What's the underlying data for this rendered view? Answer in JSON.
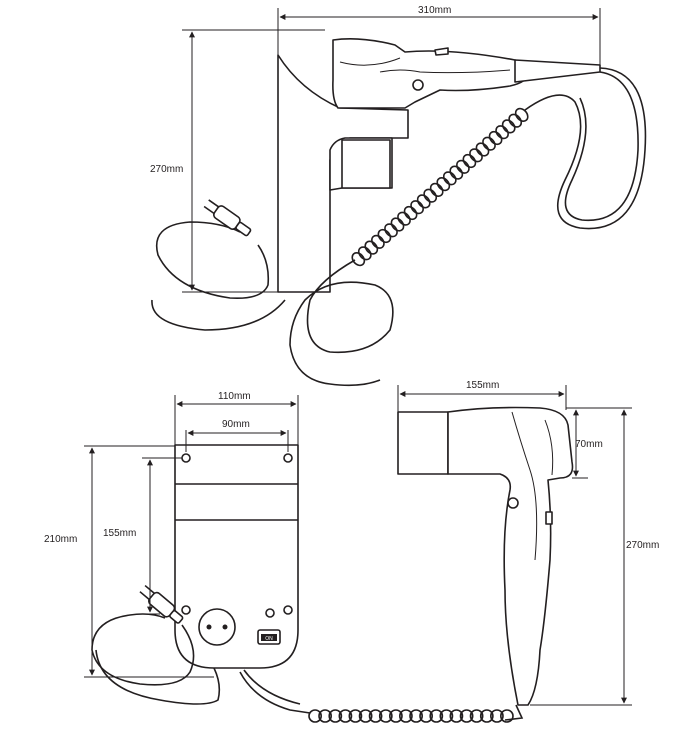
{
  "dimensions": {
    "top_width": "310mm",
    "top_height": "270mm",
    "bracket_width": "110mm",
    "hole_spacing": "90mm",
    "bracket_height": "210mm",
    "hole_height": "155mm",
    "dryer_length": "155mm",
    "nozzle_height": "70mm",
    "dryer_height": "270mm"
  },
  "labels": {
    "switch": "ON"
  },
  "colors": {
    "stroke": "#231f20",
    "fill": "#ffffff"
  }
}
